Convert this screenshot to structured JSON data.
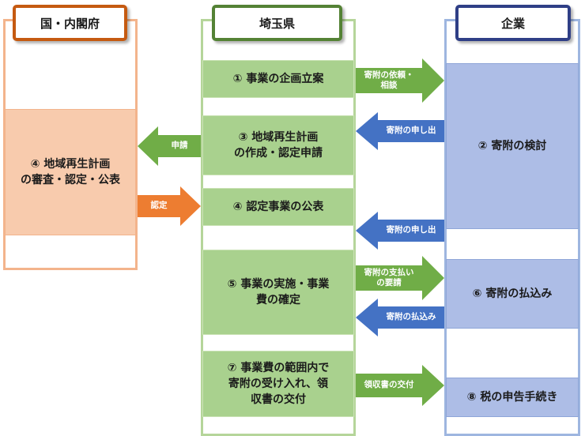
{
  "columns": {
    "gov": {
      "header": "国・内閣府"
    },
    "pref": {
      "header": "埼玉県"
    },
    "corp": {
      "header": "企業"
    }
  },
  "boxes": {
    "pref_1": "①  事業の企画立案",
    "pref_3": "③  地域再生計画\nの作成・認定申請",
    "pref_4": "④  認定事業の公表",
    "pref_5": "⑤  事業の実施・事業\n費の確定",
    "pref_7": "⑦  事業費の範囲内で\n寄附の受け入れ、領\n収書の交付",
    "gov_4": "④  地域再生計画\nの審査・認定・公表",
    "corp_2": "②  寄附の検討",
    "corp_6": "⑥  寄附の払込み",
    "corp_8": "⑧  税の申告手続き"
  },
  "arrows": {
    "request_donation": "寄附の依頼・\n相談",
    "offer_1": "寄附の申し出",
    "apply": "申請",
    "certify": "認定",
    "offer_2": "寄附の申し出",
    "payment_request": "寄附の支払い\nの要請",
    "payment": "寄附の払込み",
    "receipt": "領収書の交付"
  },
  "colors": {
    "green_fill": "#a9d18e",
    "green_arrow": "#70ad47",
    "orange_fill": "#f8cbad",
    "orange_arrow": "#ed7d31",
    "blue_fill": "#adbde6",
    "blue_arrow": "#4472c4",
    "gov_header_border": "#c55a11",
    "pref_header_border": "#548235",
    "corp_header_border": "#2f3f86"
  }
}
